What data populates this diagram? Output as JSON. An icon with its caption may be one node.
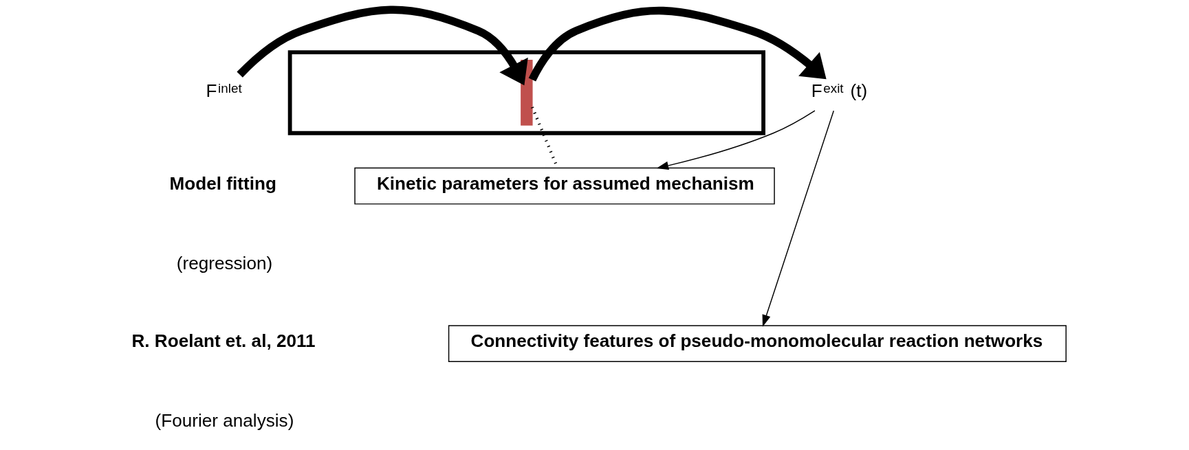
{
  "diagram": {
    "nodes": [
      {
        "text": [
          "F$^{inlet}$"
        ]
      },
      {
        "text": [],
        "shape": "box"
      },
      {
        "text": [],
        "shape": "bar",
        "in": 1
      },
      {
        "text": [
          "F$^{exit}$ (t)"
        ]
      },
      {
        "text": [
          "Kinetic parameters for assumed mechanism"
        ]
      },
      {
        "text": [
          "Connectivity features of pseudo-monomolecular reaction networks"
        ]
      }
    ],
    "edges": [
      {
        "from": 0,
        "to": 2,
        "arrow": "to",
        "style": "thick"
      },
      {
        "from": 2,
        "to": 3,
        "arrow": "to",
        "style": "thick"
      },
      {
        "from": 2,
        "to": 4,
        "arrow": "none",
        "style": "dashed"
      },
      {
        "from": 3,
        "to": 4,
        "arrow": "to"
      },
      {
        "from": 3,
        "to": 5,
        "arrow": "to"
      }
    ],
    "labels": [
      "Model fitting",
      "(regression)",
      "R. Roelant et. al, 2011",
      "(Fourier analysis)"
    ]
  }
}
